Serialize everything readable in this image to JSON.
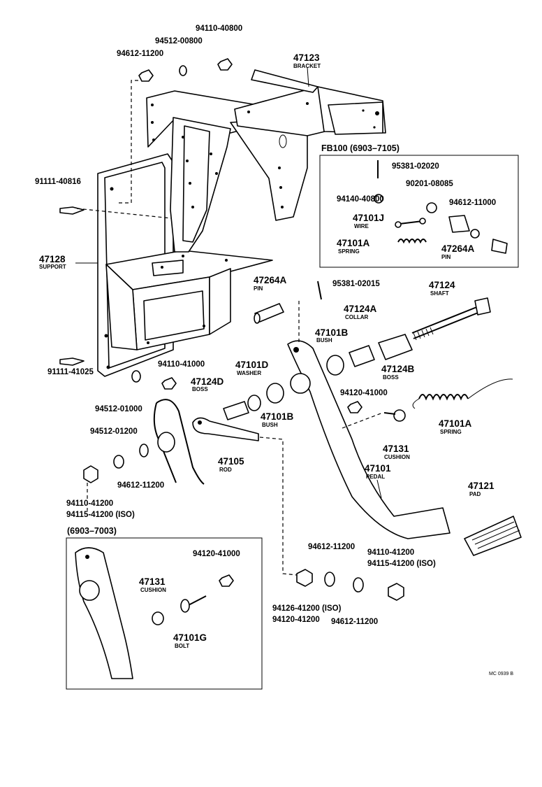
{
  "diagram": {
    "reference_code": "MC 0939 B",
    "inset_fb100": {
      "header": "FB100 (6903–7105)"
    },
    "inset_6903": {
      "header": "(6903–7003)"
    },
    "parts": {
      "bracket": {
        "number": "47123",
        "name": "BRACKET"
      },
      "support": {
        "number": "47128",
        "name": "SUPPORT"
      },
      "pin_main": {
        "number": "47264A",
        "name": "PIN"
      },
      "pin_inset": {
        "number": "47264A",
        "name": "PIN"
      },
      "shaft": {
        "number": "47124",
        "name": "SHAFT"
      },
      "collar": {
        "number": "47124A",
        "name": "COLLAR"
      },
      "bush_upper": {
        "number": "47101B",
        "name": "BUSH"
      },
      "boss_right": {
        "number": "47124B",
        "name": "BOSS"
      },
      "washer": {
        "number": "47101D",
        "name": "WASHER"
      },
      "boss_left": {
        "number": "47124D",
        "name": "BOSS"
      },
      "bush_lower": {
        "number": "47101B",
        "name": "BUSH"
      },
      "rod": {
        "number": "47105",
        "name": "ROD"
      },
      "spring_main": {
        "number": "47101A",
        "name": "SPRING"
      },
      "spring_inset": {
        "number": "47101A",
        "name": "SPRING"
      },
      "wire": {
        "number": "47101J",
        "name": "WIRE"
      },
      "cushion_main": {
        "number": "47131",
        "name": "CUSHION"
      },
      "cushion_inset": {
        "number": "47131",
        "name": "CUSHION"
      },
      "pedal": {
        "number": "47101",
        "name": "PEDAL"
      },
      "pad": {
        "number": "47121",
        "name": "PAD"
      },
      "bolt": {
        "number": "47101G",
        "name": "BOLT"
      }
    },
    "part_numbers": {
      "p94110_40800": "94110-40800",
      "p94512_00800": "94512-00800",
      "p94612_11200_top": "94612-11200",
      "p91111_40816": "91111-40816",
      "p91111_41025": "91111-41025",
      "p94512_01000": "94512-01000",
      "p94110_41000": "94110-41000",
      "p94512_01200": "94512-01200",
      "p94612_11200_mid": "94612-11200",
      "p94110_41200_left": "94110-41200",
      "p94115_41200_left": "94115-41200 (ISO)",
      "p95381_02020": "95381-02020",
      "p90201_08085": "90201-08085",
      "p94140_40800": "94140-40800",
      "p94612_11000": "94612-11000",
      "p95381_02015": "95381-02015",
      "p94120_41000_main": "94120-41000",
      "p94612_11200_btm1": "94612-11200",
      "p94110_41200_right": "94110-41200",
      "p94115_41200_right": "94115-41200 (ISO)",
      "p94126_41200": "94126-41200 (ISO)",
      "p94120_41200": "94120-41200",
      "p94612_11200_btm2": "94612-11200",
      "p94120_41000_inset": "94120-41000"
    }
  }
}
